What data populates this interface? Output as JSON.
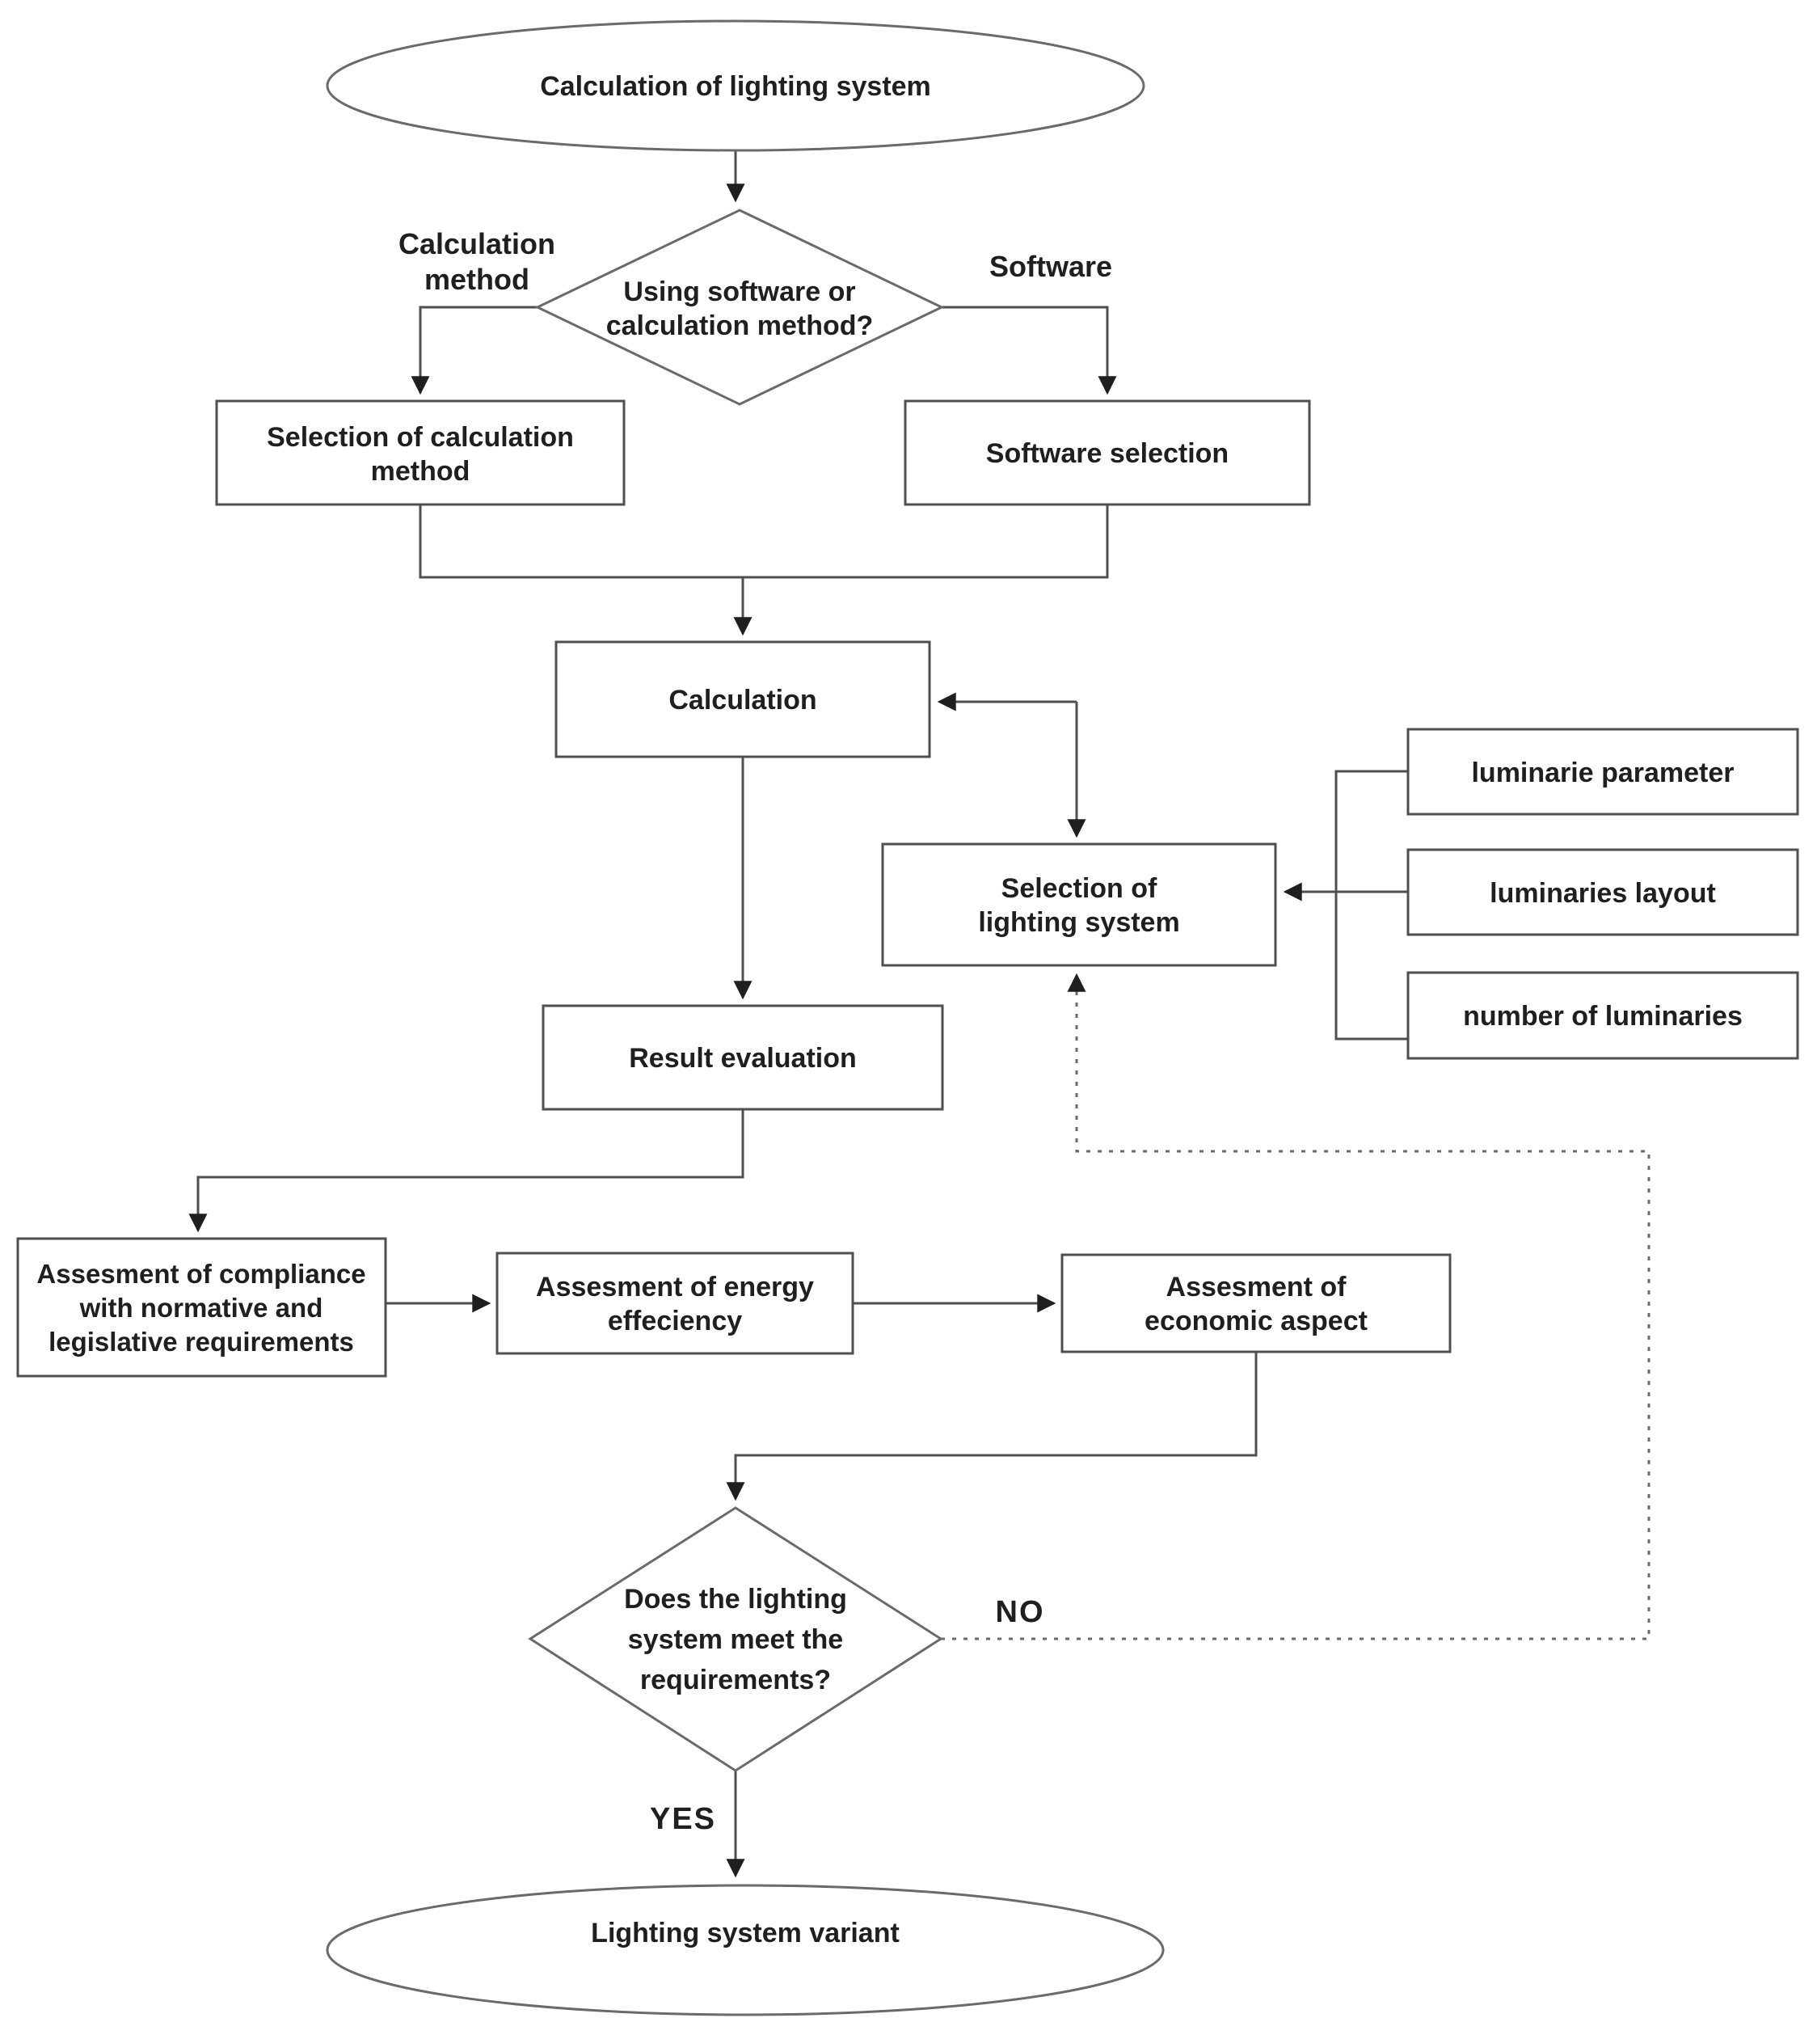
{
  "flowchart": {
    "start": {
      "text": "Calculation of lighting system"
    },
    "decision_software": {
      "line1": "Using software or",
      "line2": "calculation method?"
    },
    "branch_left_label": {
      "line1": "Calculation",
      "line2": "method"
    },
    "branch_right_label": {
      "text": "Software"
    },
    "selection_calc_method": {
      "line1": "Selection of calculation",
      "line2": "method"
    },
    "software_selection": {
      "text": "Software selection"
    },
    "calculation": {
      "text": "Calculation"
    },
    "selection_lighting": {
      "line1": "Selection of",
      "line2": "lighting system"
    },
    "luminarie_parameter": {
      "text": "luminarie parameter"
    },
    "luminaries_layout": {
      "text": "luminaries layout"
    },
    "number_luminaries": {
      "text": "number of luminaries"
    },
    "result_evaluation": {
      "text": "Result evaluation"
    },
    "assessment_compliance": {
      "line1": "Assesment of compliance",
      "line2": "with normative and",
      "line3": "legislative requirements"
    },
    "assessment_energy": {
      "line1": "Assesment of energy",
      "line2": "effeciency"
    },
    "assessment_economic": {
      "line1": "Assesment of",
      "line2": "economic aspect"
    },
    "decision_requirements": {
      "line1": "Does the lighting",
      "line2": "system meet the",
      "line3": "requirements?"
    },
    "no_label": {
      "text": "NO"
    },
    "yes_label": {
      "text": "YES"
    },
    "end": {
      "text": "Lighting system variant"
    },
    "colors": {
      "line": "#4f4f4f",
      "soft_line": "#6a6a6a",
      "arrowhead": "#1f1f1f",
      "text": "#1f1f1f",
      "node_fill": "#ffffff",
      "background": "#ffffff"
    }
  }
}
